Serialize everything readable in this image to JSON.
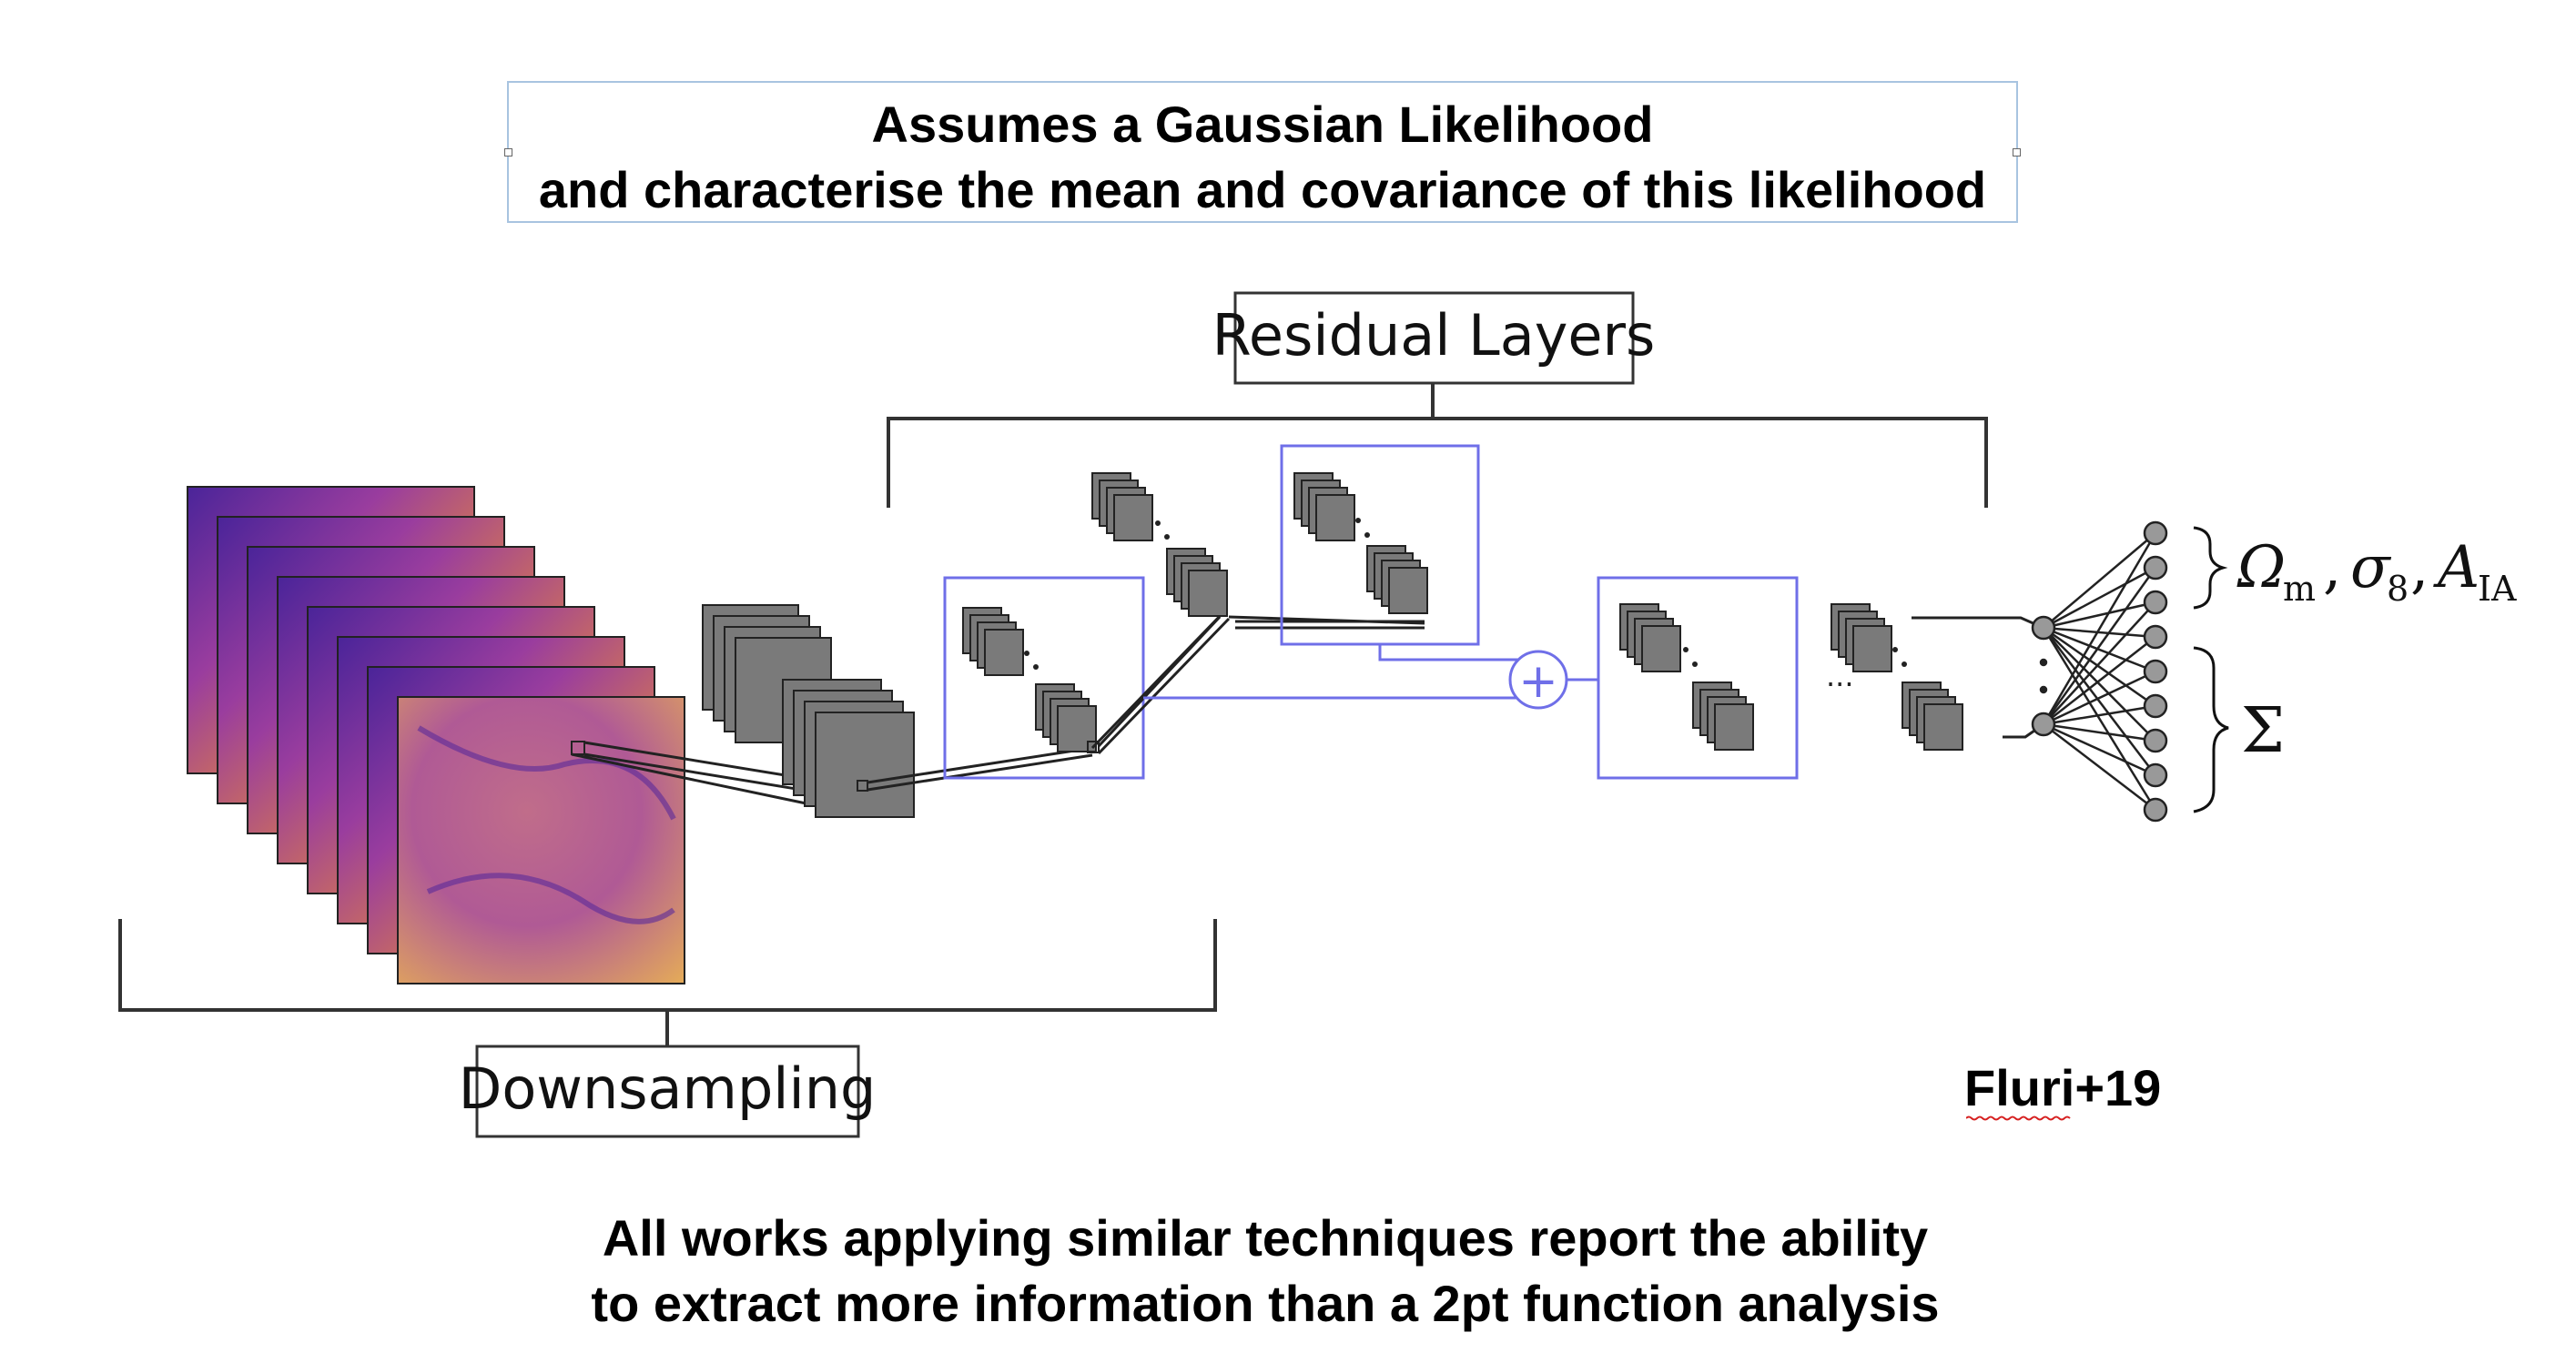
{
  "header": {
    "line1": "Assumes a Gaussian Likelihood",
    "line2": "and characterise the mean and covariance of this likelihood"
  },
  "diagram": {
    "residual_label": "Residual Layers",
    "downsampling_label": "Downsampling",
    "output_params": {
      "omega": "Ω",
      "omega_sub": "m",
      "sigma": "σ",
      "sigma_sub": "8",
      "a": "A",
      "a_sub": "IA",
      "separator": ","
    },
    "covariance_symbol": "Σ",
    "plus_symbol": "+",
    "ellipsis": "...",
    "colors": {
      "residual_box": "#6f6fe8",
      "layer_fill": "#7a7a7a",
      "map_dark": "#3b1a8c",
      "map_mid": "#b0489a",
      "map_light": "#f5d24a"
    }
  },
  "credit": "Fluri+19",
  "footer": {
    "line1": "All works applying similar techniques report the ability",
    "line2": "to extract more information than a 2pt function analysis"
  }
}
